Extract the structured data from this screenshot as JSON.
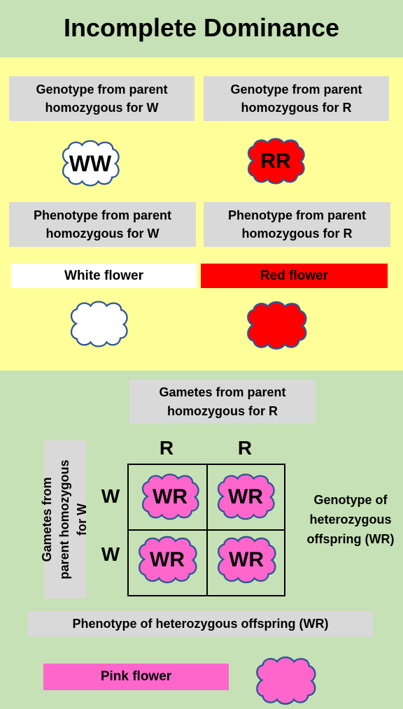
{
  "title": "Incomplete Dominance",
  "colors": {
    "green_bg": "#c6e1b5",
    "yellow_bg": "#ffff99",
    "label_gray": "#d9d9d9",
    "red": "#ff0000",
    "pink": "#ff66cc",
    "white": "#ffffff",
    "cloud_outline": "#2f5597"
  },
  "parents": {
    "genotype_w_label": "Genotype from parent homozygous for W",
    "genotype_r_label": "Genotype from parent homozygous for R",
    "genotype_w": "WW",
    "genotype_r": "RR",
    "phenotype_w_label": "Phenotype from parent homozygous for W",
    "phenotype_r_label": "Phenotype from parent homozygous for R",
    "phenotype_w": "White flower",
    "phenotype_r": "Red flower"
  },
  "punnett": {
    "top_label": "Gametes from parent homozygous for R",
    "side_label": "Gametes from parent homozygous for W",
    "col_alleles": [
      "R",
      "R"
    ],
    "row_alleles": [
      "W",
      "W"
    ],
    "cells": [
      "WR",
      "WR",
      "WR",
      "WR"
    ],
    "offspring_genotype_note": "Genotype of heterozygous offspring (WR)",
    "offspring_phenotype_label": "Phenotype of heterozygous offspring (WR)",
    "offspring_phenotype": "Pink flower"
  }
}
